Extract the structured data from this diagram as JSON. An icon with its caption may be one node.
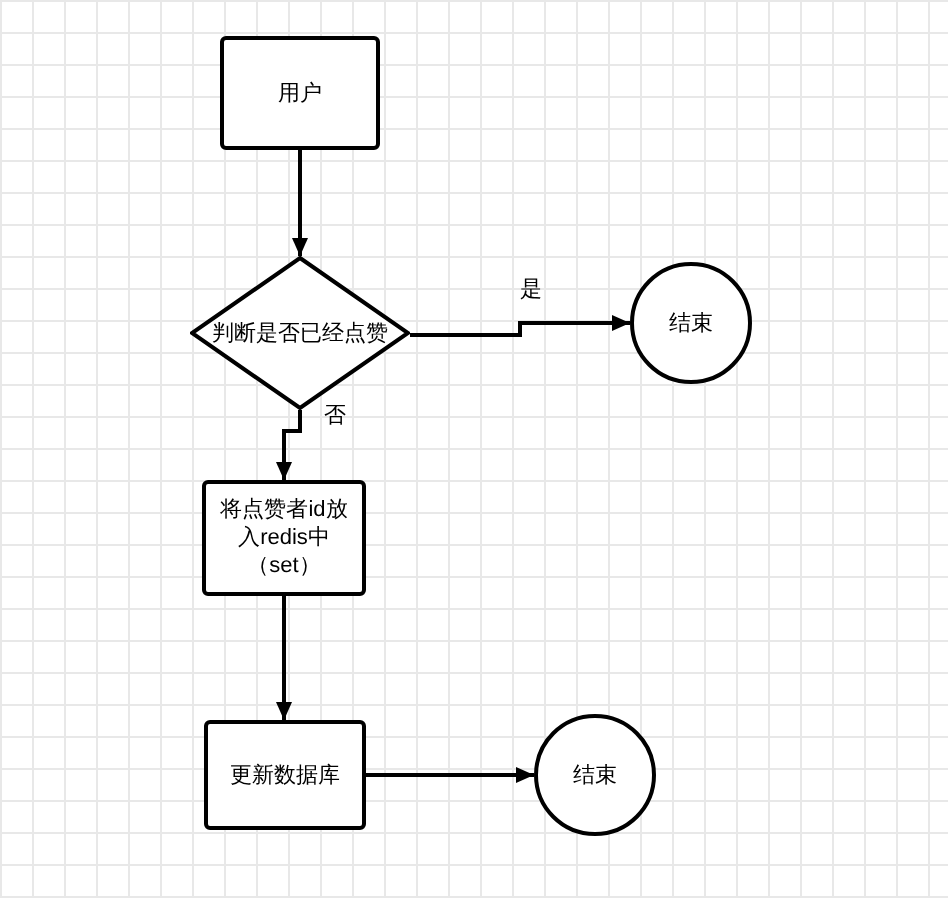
{
  "diagram": {
    "nodes": [
      {
        "text": [
          "用户"
        ]
      },
      {
        "text": [
          "判断是否已经点赞"
        ]
      },
      {
        "text": [
          "结束"
        ]
      },
      {
        "text": [
          "将点赞者id放入redis中（set）"
        ]
      },
      {
        "text": [
          "更新数据库"
        ]
      },
      {
        "text": [
          "结束"
        ]
      }
    ],
    "edges": [
      {
        "from": 0,
        "to": 1,
        "arrow": "to"
      },
      {
        "from": 1,
        "to": 2,
        "arrow": "to",
        "label": "是"
      },
      {
        "from": 1,
        "to": 3,
        "arrow": "to",
        "label": "否"
      },
      {
        "from": 3,
        "to": 4,
        "arrow": "to"
      },
      {
        "from": 4,
        "to": 5,
        "arrow": "to"
      }
    ]
  }
}
